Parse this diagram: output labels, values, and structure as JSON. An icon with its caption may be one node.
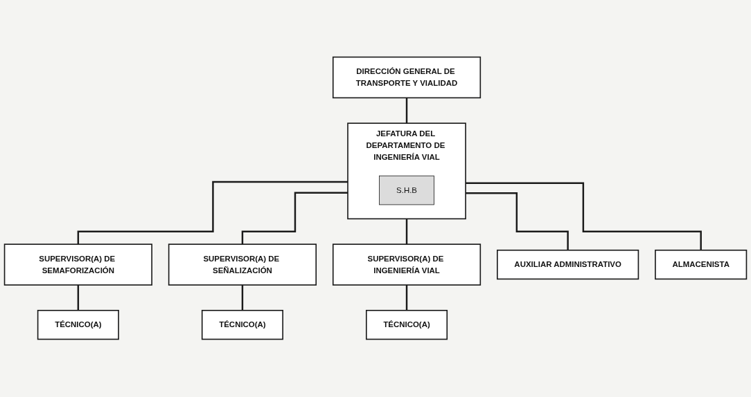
{
  "diagram": {
    "nodes": [
      {
        "text": [
          "DIRECCIÓN GENERAL DE TRANSPORTE Y VIALIDAD"
        ]
      },
      {
        "text": [
          "JEFATURA DEL DEPARTAMENTO DE INGENIERÍA VIAL"
        ]
      },
      {
        "text": [
          "S.H.B"
        ],
        "in": 1
      },
      {
        "text": [
          "SUPERVISOR(A) DE SEMAFORIZACIÓN"
        ]
      },
      {
        "text": [
          "TÉCNICO(A)"
        ]
      },
      {
        "text": [
          "SUPERVISOR(A) DE SEÑALIZACIÓN"
        ]
      },
      {
        "text": [
          "TÉCNICO(A)"
        ]
      },
      {
        "text": [
          "SUPERVISOR(A) DE INGENIERÍA VIAL"
        ]
      },
      {
        "text": [
          "TÉCNICO(A)"
        ]
      },
      {
        "text": [
          "AUXILIAR ADMINISTRATIVO"
        ]
      },
      {
        "text": [
          "ALMACENISTA"
        ]
      }
    ],
    "edges": [
      {
        "from": 0,
        "to": 1,
        "arrow": "none"
      },
      {
        "from": 1,
        "to": 3,
        "arrow": "none"
      },
      {
        "from": 1,
        "to": 5,
        "arrow": "none"
      },
      {
        "from": 1,
        "to": 7,
        "arrow": "none"
      },
      {
        "from": 1,
        "to": 9,
        "arrow": "none"
      },
      {
        "from": 1,
        "to": 10,
        "arrow": "none"
      },
      {
        "from": 3,
        "to": 4,
        "arrow": "none"
      },
      {
        "from": 5,
        "to": 6,
        "arrow": "none"
      },
      {
        "from": 7,
        "to": 8,
        "arrow": "none"
      }
    ]
  }
}
